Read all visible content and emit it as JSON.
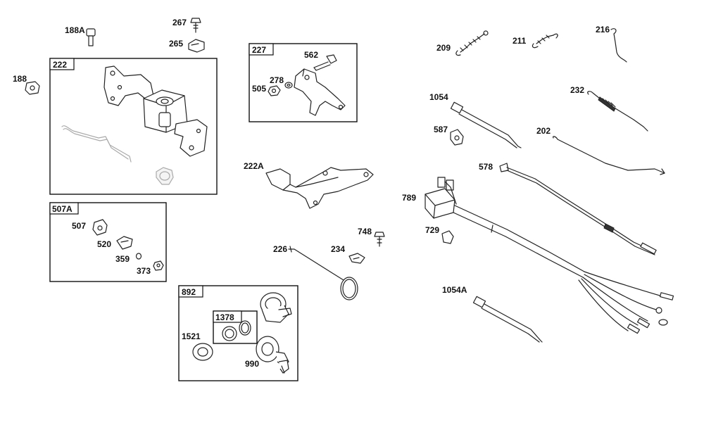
{
  "title": "",
  "groups": {
    "g222": "222",
    "g227": "227",
    "g507A": "507A",
    "g892": "892",
    "g1378": "1378"
  },
  "labels": {
    "p188A": "188A",
    "p267": "267",
    "p265": "265",
    "p188": "188",
    "p562": "562",
    "p278": "278",
    "p505": "505",
    "p222A": "222A",
    "p507": "507",
    "p520": "520",
    "p359": "359",
    "p373": "373",
    "p226": "226",
    "p234": "234",
    "p748": "748",
    "p1521": "1521",
    "p990": "990",
    "p209": "209",
    "p211": "211",
    "p216": "216",
    "p1054": "1054",
    "p232": "232",
    "p587": "587",
    "p202": "202",
    "p578": "578",
    "p789": "789",
    "p729": "729",
    "p1054A": "1054A"
  }
}
